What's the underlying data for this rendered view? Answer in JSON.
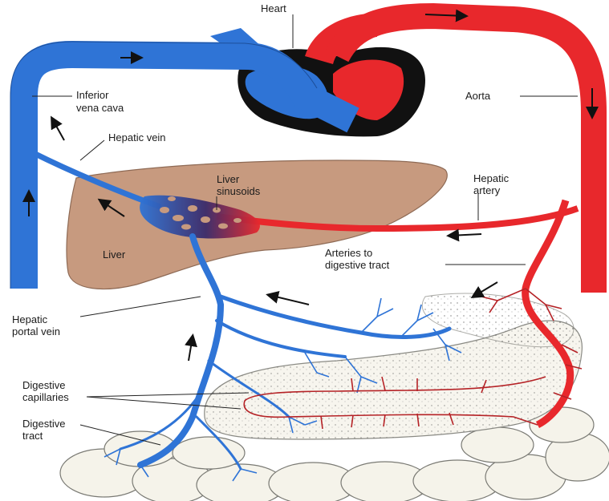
{
  "labels": {
    "heart": "Heart",
    "inferior_vena_cava": [
      "Inferior",
      "vena cava"
    ],
    "aorta": "Aorta",
    "hepatic_vein": "Hepatic vein",
    "liver_sinusoids": [
      "Liver",
      "sinusoids"
    ],
    "hepatic_artery": [
      "Hepatic",
      "artery"
    ],
    "liver": "Liver",
    "arteries_to_digestive_tract": [
      "Arteries to",
      "digestive tract"
    ],
    "hepatic_portal_vein": [
      "Hepatic",
      "portal vein"
    ],
    "digestive_capillaries": [
      "Digestive",
      "capillaries"
    ],
    "digestive_tract": [
      "Digestive",
      "tract"
    ]
  },
  "colors": {
    "vein_blue": "#2f74d6",
    "artery_red": "#e8282c",
    "liver_brown": "#c79a7f",
    "heart_dark": "#111111",
    "intestine_fill": "#f5f3ea"
  }
}
